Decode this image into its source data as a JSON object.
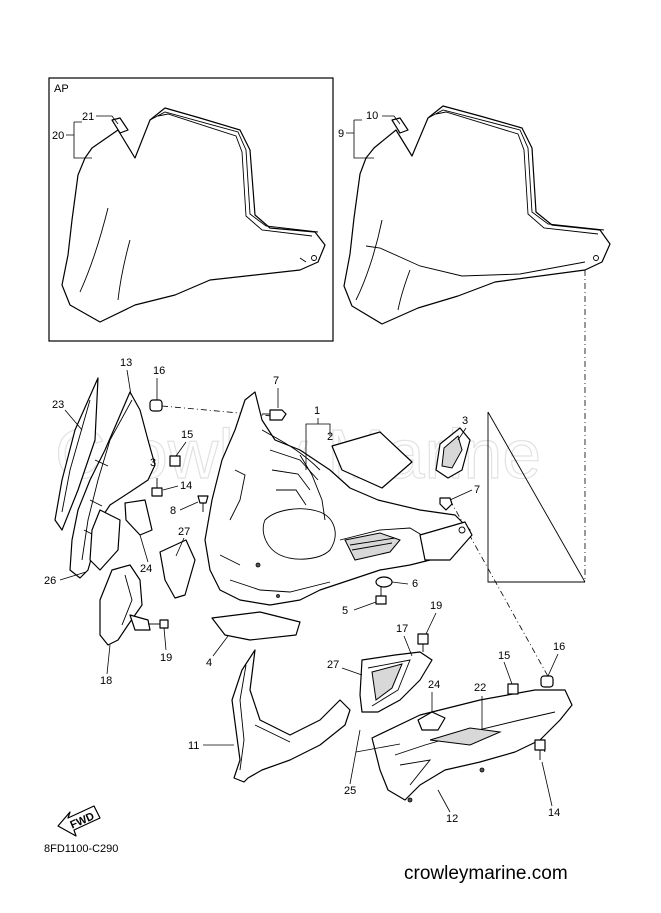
{
  "inset_label": "AP",
  "diagram_code": "8FD1100-C290",
  "website": "crowleymarine.com",
  "watermark": "Crowley Marine",
  "fwd_label": "FWD",
  "callouts": {
    "c1": "1",
    "c2": "2",
    "c3": "3",
    "c4": "4",
    "c5": "5",
    "c6": "6",
    "c7a": "7",
    "c7b": "7",
    "c8": "8",
    "c9": "9",
    "c10": "10",
    "c11": "11",
    "c12": "12",
    "c13": "13",
    "c14a": "14",
    "c14b": "14",
    "c15a": "15",
    "c15b": "15",
    "c16a": "16",
    "c16b": "16",
    "c17": "17",
    "c18": "18",
    "c19a": "19",
    "c19b": "19",
    "c20": "20",
    "c21": "21",
    "c22": "22",
    "c23": "23",
    "c24a": "24",
    "c24b": "24",
    "c25": "25",
    "c26": "26",
    "c27a": "27",
    "c27b": "27"
  }
}
